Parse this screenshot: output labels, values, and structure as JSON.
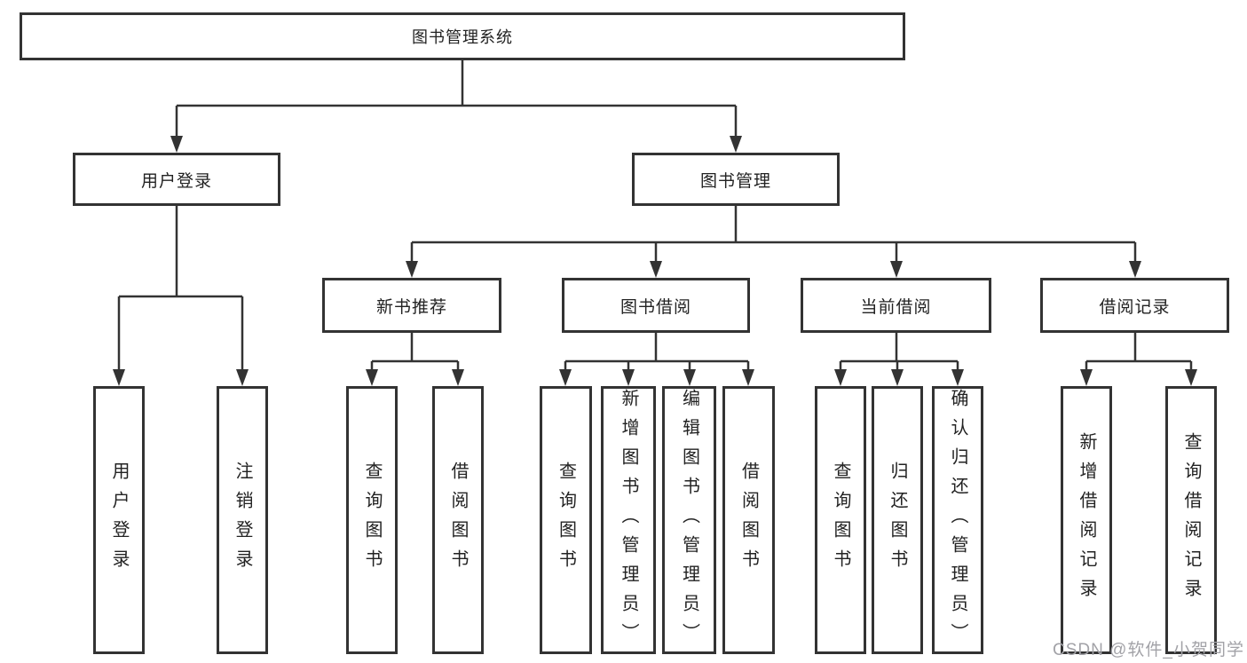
{
  "diagram": {
    "title": "图书管理系统",
    "level2": {
      "user_login": "用户登录",
      "book_management": "图书管理"
    },
    "level3": {
      "new_book_recommend": "新书推荐",
      "book_borrow": "图书借阅",
      "current_borrow": "当前借阅",
      "borrow_records": "借阅记录"
    },
    "leaves": {
      "user_login": [
        "用户登录",
        "注销登录"
      ],
      "new_book_recommend": [
        "查询图书",
        "借阅图书"
      ],
      "book_borrow": [
        "查询图书",
        "新增图书（管理员）",
        "编辑图书（管理员）",
        "借阅图书"
      ],
      "current_borrow": [
        "查询图书",
        "归还图书",
        "确认归还（管理员）"
      ],
      "borrow_records": [
        "新增借阅记录",
        "查询借阅记录"
      ]
    },
    "watermark": "CSDN @软件_小贺同学",
    "colors": {
      "line": "#333333",
      "text": "#222222",
      "background": "#ffffff",
      "watermark": "#a2a2a7"
    }
  }
}
